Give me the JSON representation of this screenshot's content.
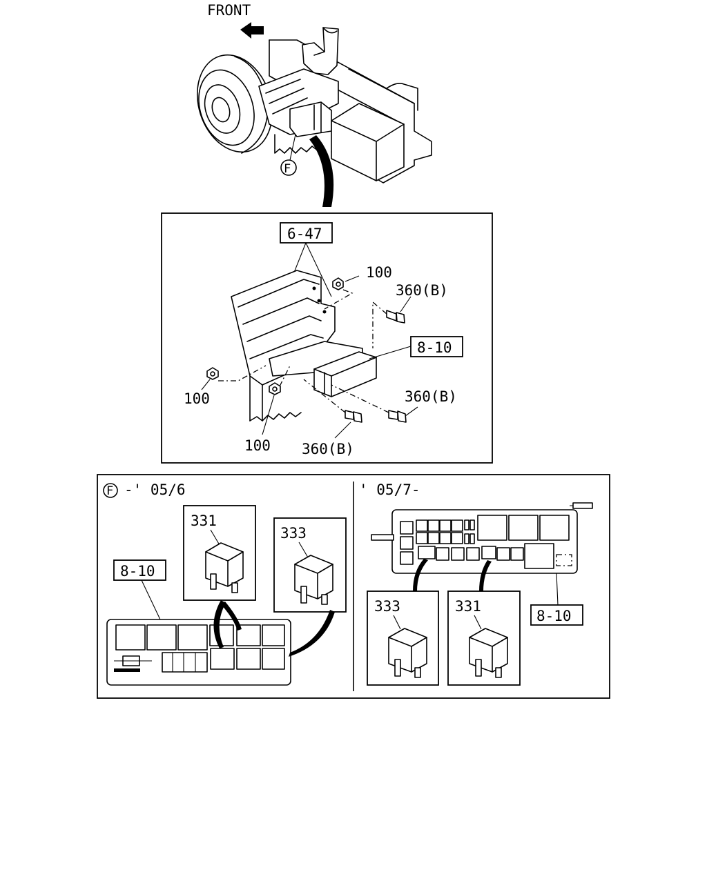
{
  "orientation": {
    "front_label": "FRONT"
  },
  "callout": {
    "letter": "F"
  },
  "detail_main": {
    "ref_bracket": "6-47",
    "ref_box": "8-10",
    "parts": [
      {
        "label": "100"
      },
      {
        "label": "360(B)"
      },
      {
        "label": "360(B)"
      },
      {
        "label": "100"
      },
      {
        "label": "100"
      },
      {
        "label": "360(B)"
      }
    ]
  },
  "panel_left": {
    "period": "-' 05/6",
    "ref_box": "8-10",
    "relays": [
      {
        "label": "331"
      },
      {
        "label": "333"
      }
    ]
  },
  "panel_right": {
    "period": "' 05/7-",
    "ref_box": "8-10",
    "relays": [
      {
        "label": "333"
      },
      {
        "label": "331"
      }
    ]
  }
}
